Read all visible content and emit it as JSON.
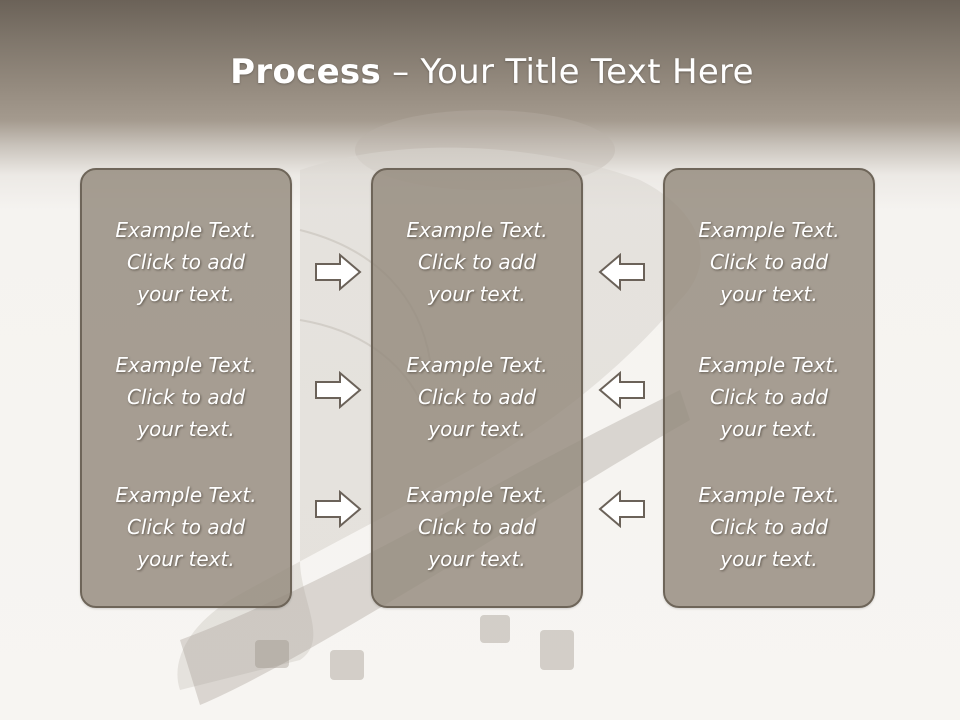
{
  "title": {
    "bold": "Process",
    "rest": " – Your Title Text Here"
  },
  "columns": [
    {
      "items": [
        {
          "line1": "Example Text.",
          "line2": "Click  to add",
          "line3": "your text."
        },
        {
          "line1": "Example Text.",
          "line2": "Click  to add",
          "line3": "your text."
        },
        {
          "line1": "Example Text.",
          "line2": "Click  to add",
          "line3": "your text."
        }
      ]
    },
    {
      "items": [
        {
          "line1": "Example Text.",
          "line2": "Click  to add",
          "line3": "your text."
        },
        {
          "line1": "Example Text.",
          "line2": "Click  to add",
          "line3": "your text."
        },
        {
          "line1": "Example Text.",
          "line2": "Click  to add",
          "line3": "your text."
        }
      ]
    },
    {
      "items": [
        {
          "line1": "Example Text.",
          "line2": "Click  to add",
          "line3": "your text."
        },
        {
          "line1": "Example Text.",
          "line2": "Click  to add",
          "line3": "your text."
        },
        {
          "line1": "Example Text.",
          "line2": "Click  to add",
          "line3": "your text."
        }
      ]
    }
  ],
  "arrows": {
    "left_group": "arrow-right-icon",
    "right_group": "arrow-left-icon"
  },
  "colors": {
    "header": "#7f766b",
    "box_fill": "#948a7d",
    "box_border": "#6e6559",
    "text": "#ffffff",
    "arrow_stroke": "#6b6259"
  }
}
